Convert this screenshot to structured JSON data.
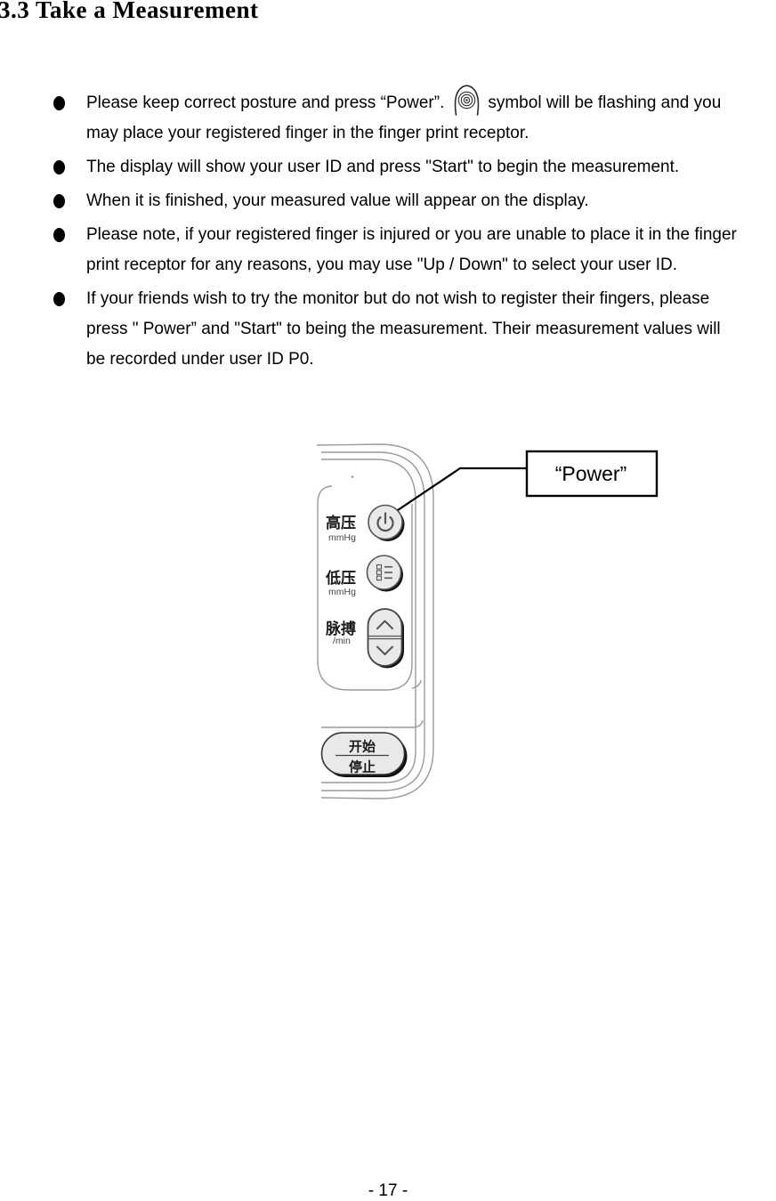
{
  "page": {
    "title": "3.3 Take a Measurement",
    "page_number": "- 17 -"
  },
  "bullets": {
    "item1_before_icon": "Please keep correct posture and press “Power”.",
    "item1_after_icon": "symbol will be flashing and you may place your registered finger in the finger print receptor.",
    "item2": "The display will show your user ID and press \"Start\" to begin the measurement.",
    "item3": "When it is finished, your measured value will appear on the display.",
    "item4": "Please note, if your registered finger is injured or you are unable to place it in the finger print receptor for any reasons, you may use \"Up / Down\" to select your user ID.",
    "item5": "If your friends wish to try the monitor but do not wish to register their fingers, please press \" Power” and \"Start\" to being the measurement. Their measurement values will be recorded under user ID P0."
  },
  "callout": {
    "label": "“Power”"
  },
  "device": {
    "labels": {
      "systolic": "高压",
      "systolic_unit": "mmHg",
      "diastolic": "低压",
      "diastolic_unit": "mmHg",
      "pulse": "脉搏",
      "pulse_unit": "/min",
      "start": "开始",
      "stop": "停止"
    },
    "icons": [
      "power-icon",
      "memory-list-icon",
      "chevron-up-icon",
      "chevron-down-icon"
    ]
  },
  "colors": {
    "text": "#000000",
    "outline_gray": "#9b9b9b",
    "button_fill": "#e9e9e9",
    "button_stroke": "#555555",
    "shadow": "#111111",
    "callout_border": "#000000"
  }
}
